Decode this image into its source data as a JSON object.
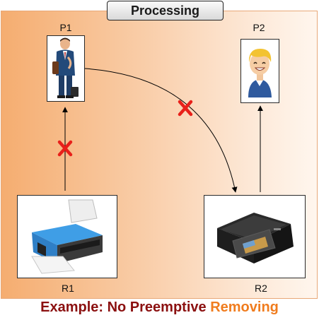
{
  "title": "Processing",
  "processes": [
    {
      "label": "P1",
      "figure": "businessman-icon"
    },
    {
      "label": "P2",
      "figure": "smiling-person-icon"
    }
  ],
  "resources": [
    {
      "label": "R1",
      "device": "printer-icon"
    },
    {
      "label": "R2",
      "device": "scanner-icon"
    }
  ],
  "caption": {
    "part1": "Example: No Preemptive",
    "part2": "Removing"
  },
  "colors": {
    "panel_gradient_start": "#f5ad70",
    "panel_gradient_end": "#fff6ee",
    "cross": "#e8201a",
    "caption_dark": "#8b1010",
    "caption_accent": "#f07c1e"
  }
}
